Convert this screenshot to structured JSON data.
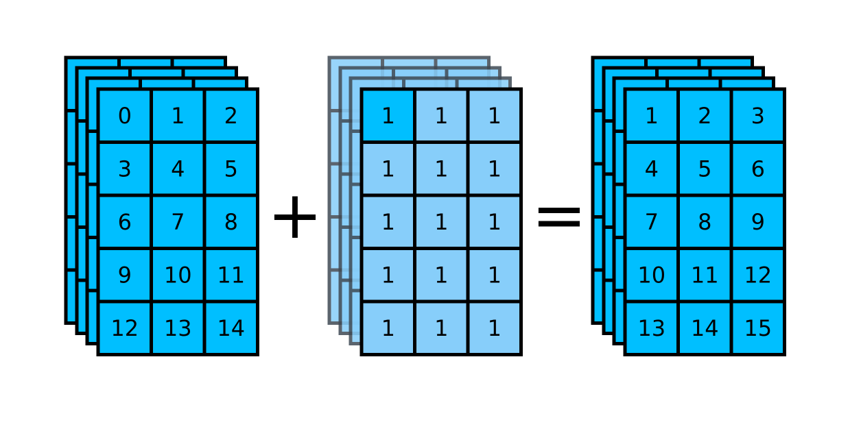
{
  "colors": {
    "solid_fill": "#00BFFF",
    "faded_fill": "#87CEFA",
    "stroke": "#000000",
    "faded_stroke": "#3f4a54"
  },
  "operators": {
    "plus": "+",
    "equals": "="
  },
  "arrays": [
    {
      "name": "left-array",
      "style": "solid",
      "values": [
        [
          0,
          1,
          2
        ],
        [
          3,
          4,
          5
        ],
        [
          6,
          7,
          8
        ],
        [
          9,
          10,
          11
        ],
        [
          12,
          13,
          14
        ]
      ]
    },
    {
      "name": "middle-array",
      "style": "broadcast",
      "values": [
        [
          1,
          1,
          1
        ],
        [
          1,
          1,
          1
        ],
        [
          1,
          1,
          1
        ],
        [
          1,
          1,
          1
        ],
        [
          1,
          1,
          1
        ]
      ]
    },
    {
      "name": "result-array",
      "style": "solid",
      "values": [
        [
          1,
          2,
          3
        ],
        [
          4,
          5,
          6
        ],
        [
          7,
          8,
          9
        ],
        [
          10,
          11,
          12
        ],
        [
          13,
          14,
          15
        ]
      ]
    }
  ]
}
